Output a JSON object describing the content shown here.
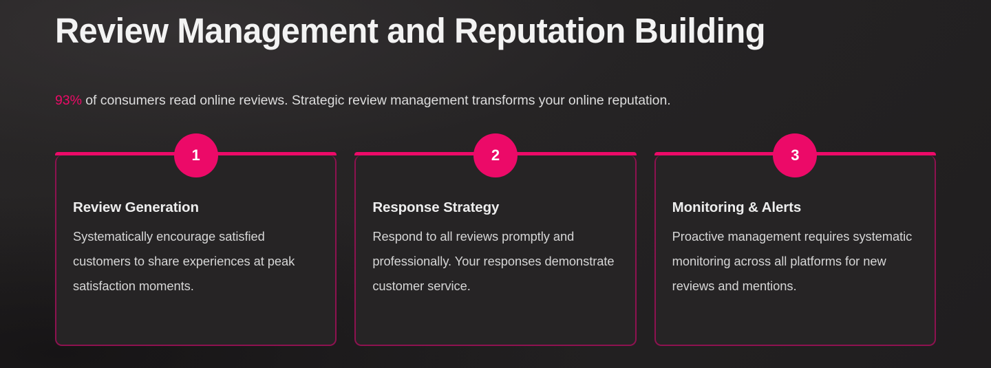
{
  "slide": {
    "title": "Review Management and Reputation Building",
    "subtitle": {
      "stat": "93%",
      "rest": " of consumers read online reviews. Strategic review management transforms your online reputation."
    },
    "theme": {
      "accent": "#ec0a68",
      "accent_muted": "#8e1250",
      "background": "#232122",
      "card_background": "#262425",
      "title_color": "#f3f3f3",
      "body_color": "#d6d6d6"
    },
    "cards": [
      {
        "number": "1",
        "title": "Review Generation",
        "body": "Systematically encourage satisfied customers to share experiences at peak satisfaction moments."
      },
      {
        "number": "2",
        "title": "Response Strategy",
        "body": "Respond to all reviews promptly and professionally. Your responses demonstrate customer service."
      },
      {
        "number": "3",
        "title": "Monitoring & Alerts",
        "body": "Proactive management requires systematic monitoring across all platforms for new reviews and mentions."
      }
    ]
  }
}
